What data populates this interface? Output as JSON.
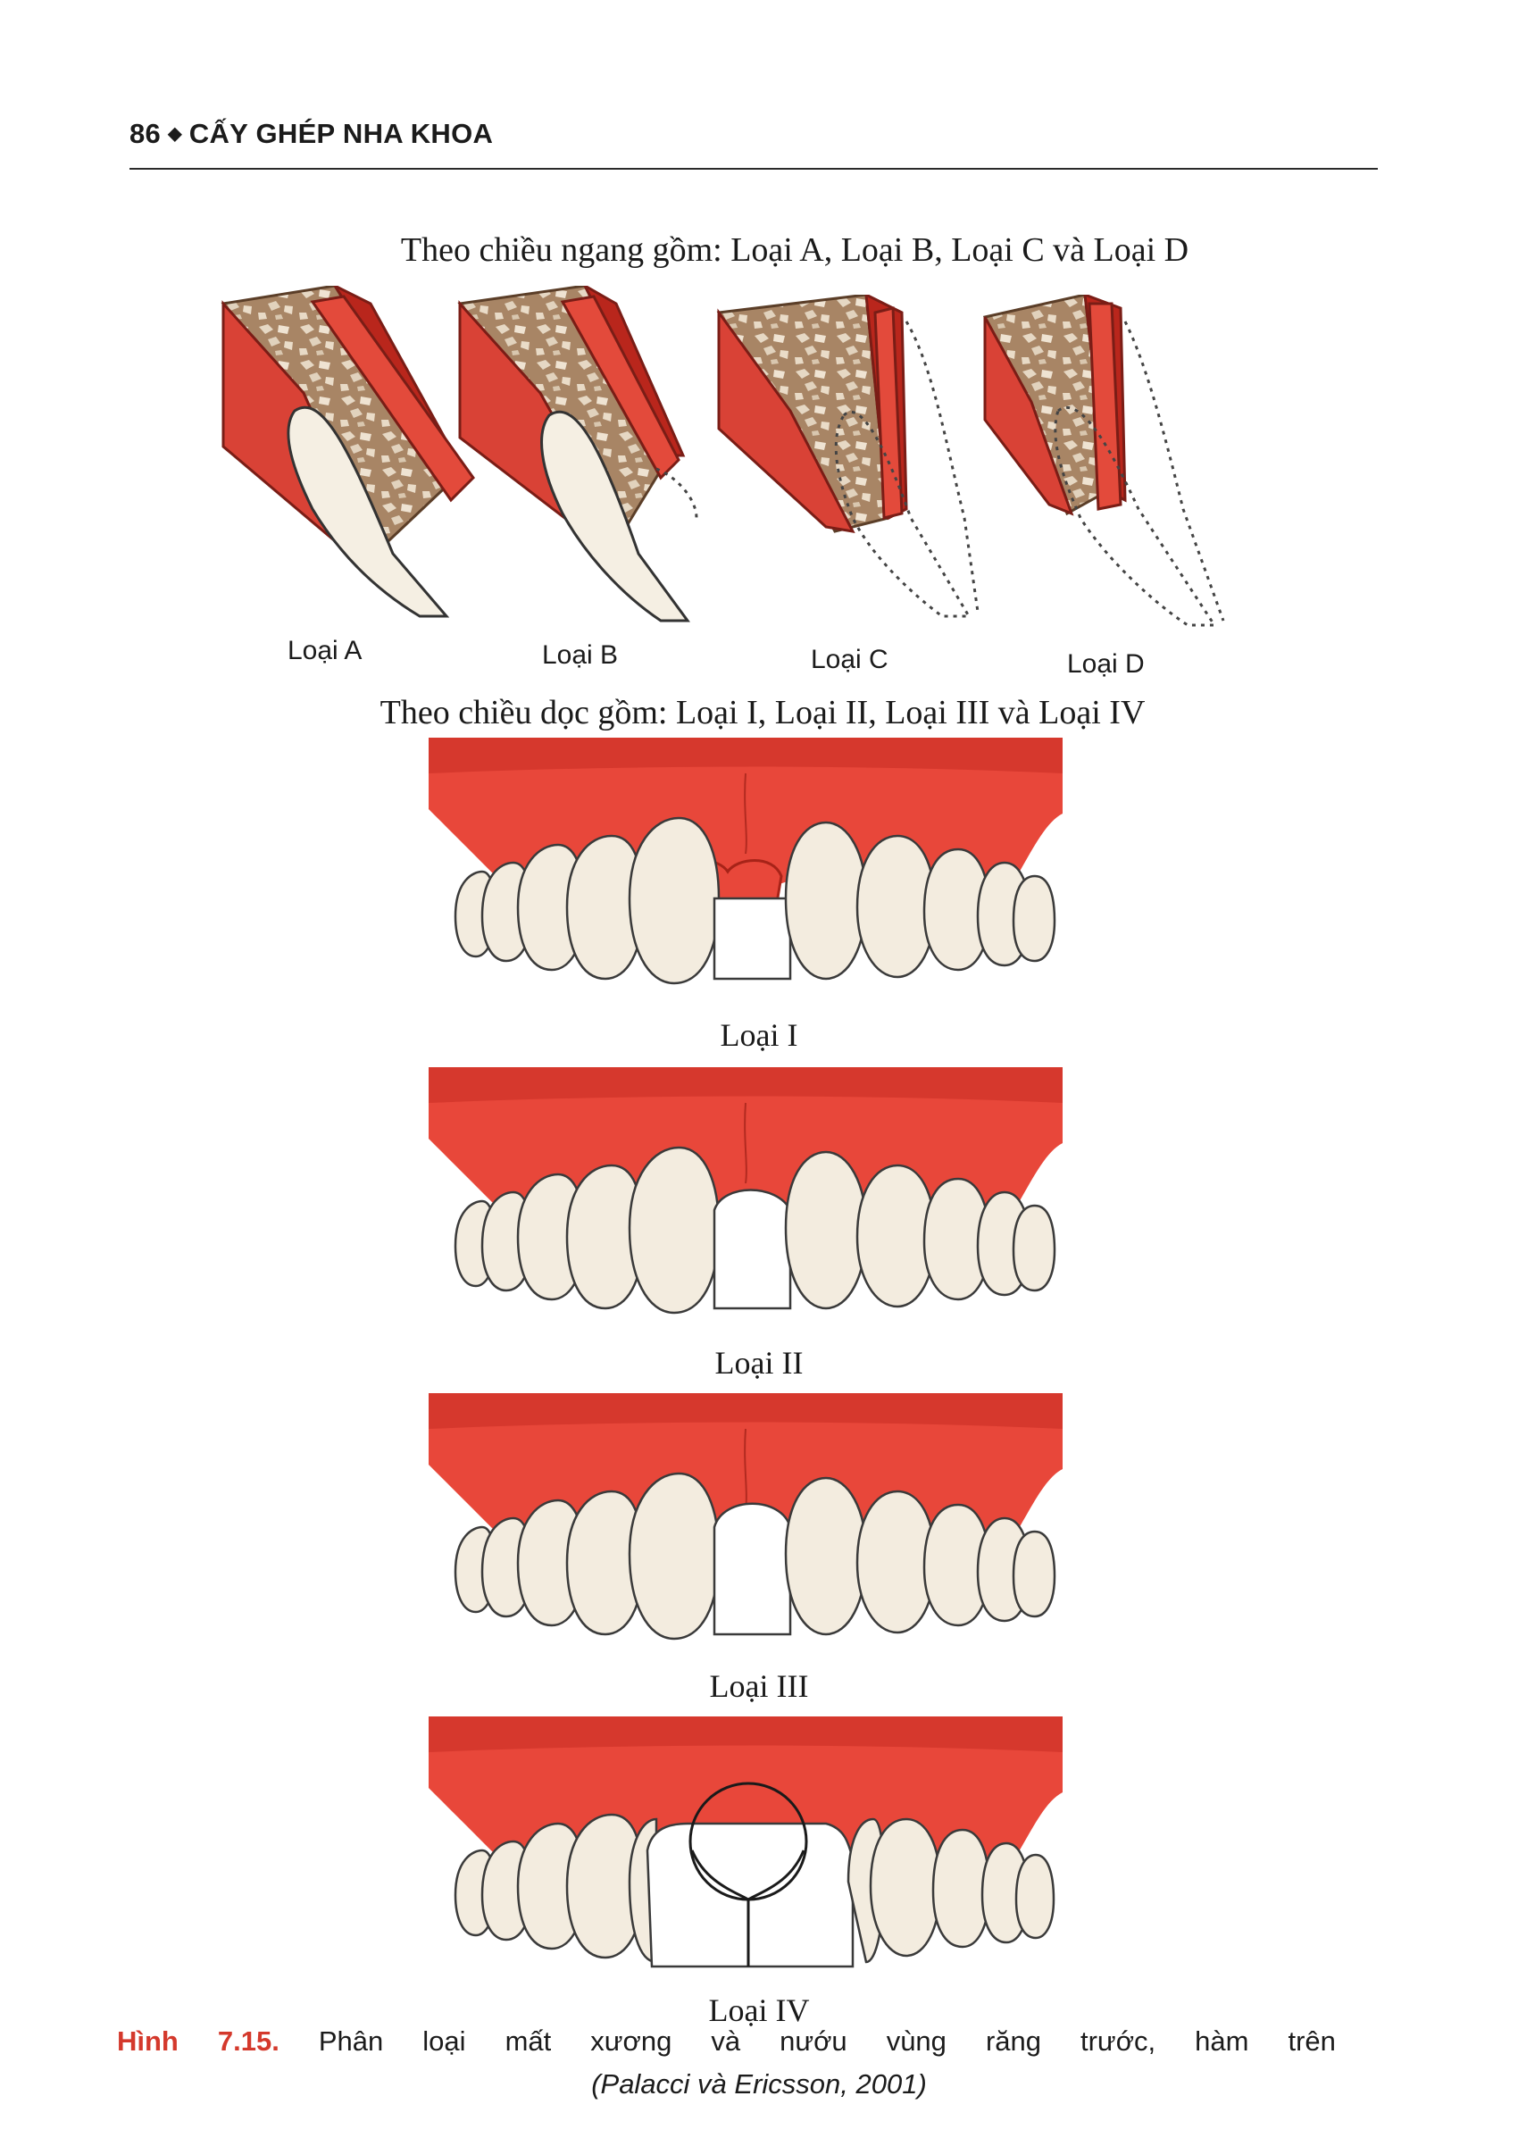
{
  "header": {
    "page_number": "86",
    "separator": "◆",
    "title": "CẤY GHÉP NHA KHOA"
  },
  "horizontal": {
    "heading": "Theo chiều ngang gồm: Loại A, Loại B, Loại C và Loại D",
    "labels": [
      "Loại A",
      "Loại B",
      "Loại C",
      "Loại D"
    ]
  },
  "vertical": {
    "heading": "Theo chiều dọc gồm: Loại I, Loại II, Loại III và Loại IV",
    "labels": [
      "Loại I",
      "Loại II",
      "Loại III",
      "Loại IV"
    ]
  },
  "caption": {
    "figure_label": "Hình",
    "figure_number": "7.15.",
    "words": [
      "Phân",
      "loại",
      "mất",
      "xương",
      "và",
      "nướu",
      "vùng",
      "răng",
      "trước,",
      "hàm",
      "trên"
    ],
    "source": "(Palacci và Ericsson, 2001)"
  },
  "colors": {
    "gum": "#e8473a",
    "gum_dark": "#c92f24",
    "bone": "#a98766",
    "tooth": "#f3ecdf",
    "accent_red": "#d4392c"
  }
}
